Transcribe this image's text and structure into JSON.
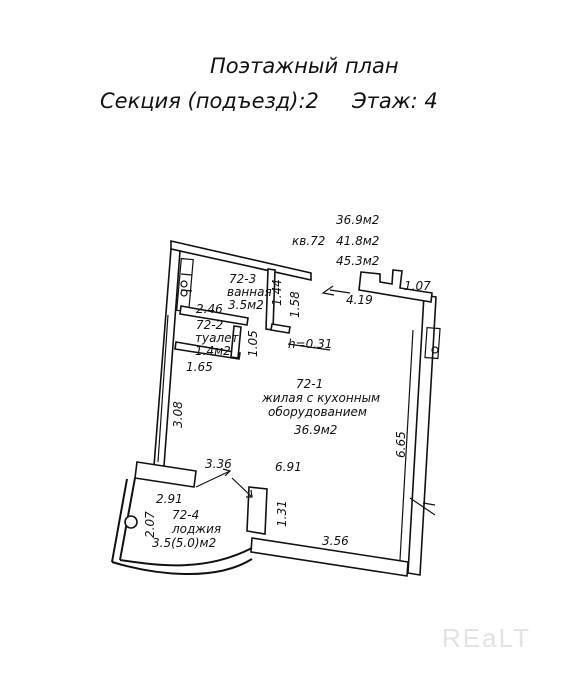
{
  "header": {
    "title": "Поэтажный план",
    "section": "Секция (подъезд):2",
    "floor": "Этаж: 4"
  },
  "apartment": {
    "number": "кв.72",
    "area_living": "36.9м2",
    "area_total": "41.8м2",
    "area_total_with_loggia": "45.3м2"
  },
  "rooms": {
    "bathroom": {
      "id": "72-3",
      "name": "ванная",
      "area": "3.5м2"
    },
    "toilet": {
      "id": "72-2",
      "name": "туалет",
      "area": "1.4м2"
    },
    "living": {
      "id": "72-1",
      "name_line1": "жилая с кухонным",
      "name_line2": "оборудованием",
      "area": "36.9м2"
    },
    "loggia": {
      "id": "72-4",
      "name": "лоджия",
      "area": "3.5(5.0)м2"
    }
  },
  "dimensions": {
    "d107": "1.07",
    "d419": "4.19",
    "d158": "1.58",
    "d144": "1.44",
    "d246": "2.46",
    "d105": "1.05",
    "d165": "1.65",
    "ceiling_step": "h=0.31",
    "d308": "3.08",
    "d665": "6.65",
    "d336": "3.36",
    "d691": "6.91",
    "d291": "2.91",
    "d207": "2.07",
    "d131": "1.31",
    "d356": "3.56"
  },
  "watermark": "REaLT"
}
